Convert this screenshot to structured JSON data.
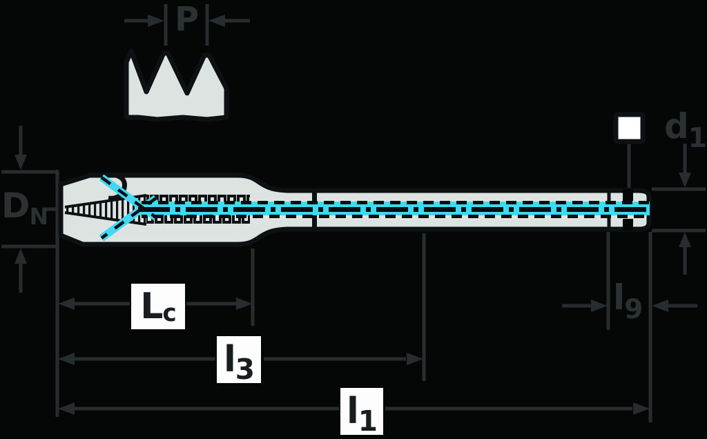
{
  "diagram": {
    "type": "technical-dimension-drawing",
    "subject": "machine tap with internal coolant channel",
    "labels": {
      "pitch": {
        "base": "P",
        "sub": ""
      },
      "nominal_diameter": {
        "base": "D",
        "sub": "N"
      },
      "shank_diameter": {
        "base": "d",
        "sub": "1"
      },
      "square_length": {
        "base": "l",
        "sub": "9"
      },
      "thread_length": {
        "base": "L",
        "sub": "c"
      },
      "intermediate_length": {
        "base": "l",
        "sub": "3"
      },
      "overall_length": {
        "base": "l",
        "sub": "1"
      }
    },
    "icons": [
      {
        "name": "square-drive-symbol",
        "meaning": "square end of shank"
      }
    ],
    "colors": {
      "bg": "#050707",
      "fill": "#dce3e0",
      "outline": "#0d1113",
      "cyan": "#3fd9f4",
      "dim": "#272c2f",
      "dimtext": "#2b3133",
      "boxbg": "#fdfdfd",
      "boxtext": "#191d1f"
    }
  }
}
